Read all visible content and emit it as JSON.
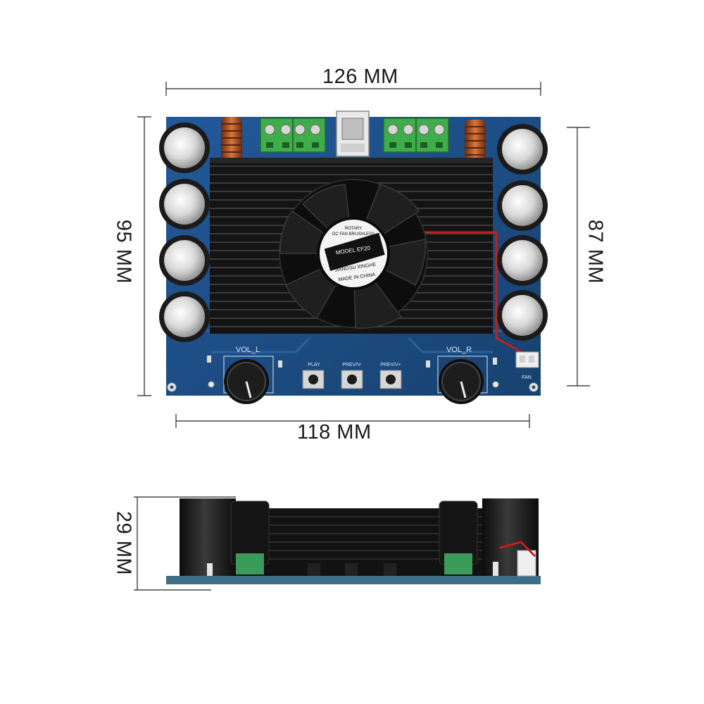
{
  "dimensions": {
    "top_width": "126 MM",
    "bottom_width": "118 MM",
    "left_height": "95 MM",
    "right_height": "87 MM",
    "side_height": "29 MM"
  },
  "board_labels": {
    "vol_l": "VOL_L",
    "vol_r": "VOL_R",
    "play": "PLAY",
    "prev_minus": "PREV/V-",
    "prev_plus": "PREV/V+",
    "fan": "FAN"
  },
  "fan_label": {
    "line1": "ROTARY",
    "line2": "DC FAN BRUSHLESS",
    "line3": "MODEL EF20",
    "line4": "JIANGSU XINGHE",
    "line5": "MADE IN CHINA"
  },
  "colors": {
    "pcb": "#1d4f8c",
    "heatsink": "#141414",
    "terminal": "#3fae4a",
    "capacitor": "#1b1b1b",
    "coil": "#b5582a"
  }
}
